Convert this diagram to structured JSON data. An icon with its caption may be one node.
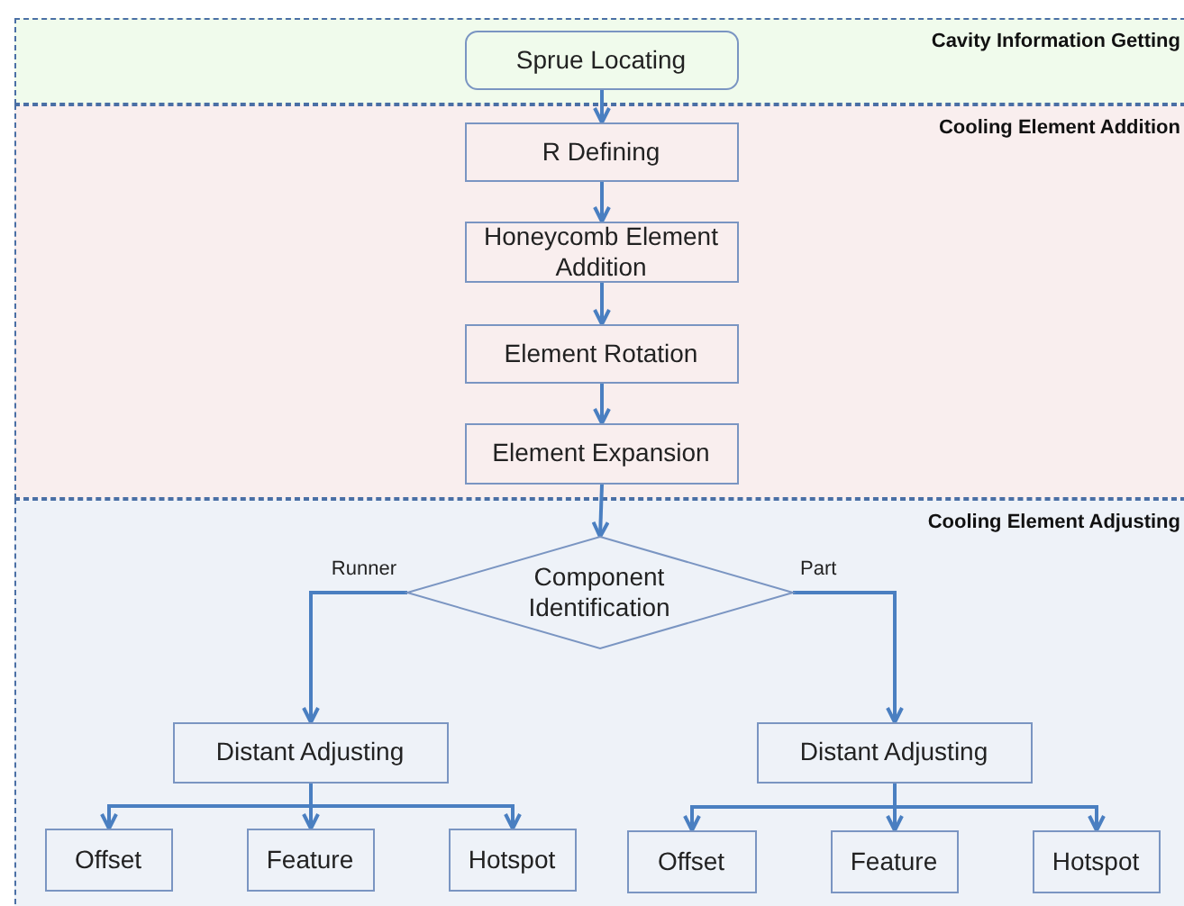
{
  "diagram": {
    "nodes": [
      {
        "text": [
          "Cavity Information Getting"
        ]
      },
      {
        "text": [
          "Sprue Locating"
        ],
        "in": 0
      },
      {
        "text": [
          "Cooling Element Addition"
        ]
      },
      {
        "text": [
          "R Defining"
        ],
        "in": 2
      },
      {
        "text": [
          "Honeycomb Element Addition"
        ],
        "in": 2
      },
      {
        "text": [
          "Element Rotation"
        ],
        "in": 2
      },
      {
        "text": [
          "Element Expansion"
        ],
        "in": 2
      },
      {
        "text": [
          "Cooling Element Adjusting"
        ]
      },
      {
        "text": [
          "Component Identification"
        ],
        "in": 7
      },
      {
        "text": [
          "Distant Adjusting"
        ],
        "in": 7
      },
      {
        "text": [
          "Distant Adjusting"
        ],
        "in": 7
      },
      {
        "text": [
          "Offset"
        ],
        "in": 7
      },
      {
        "text": [
          "Feature"
        ],
        "in": 7
      },
      {
        "text": [
          "Hotspot"
        ],
        "in": 7
      },
      {
        "text": [
          "Offset"
        ],
        "in": 7
      },
      {
        "text": [
          "Feature"
        ],
        "in": 7
      },
      {
        "text": [
          "Hotspot"
        ],
        "in": 7
      }
    ],
    "edges": [
      {
        "from": 1,
        "to": 3,
        "arrow": "to"
      },
      {
        "from": 3,
        "to": 4,
        "arrow": "to"
      },
      {
        "from": 4,
        "to": 5,
        "arrow": "to"
      },
      {
        "from": 5,
        "to": 6,
        "arrow": "to"
      },
      {
        "from": 6,
        "to": 8,
        "arrow": "to"
      },
      {
        "from": 8,
        "to": 9,
        "arrow": "to",
        "label": "Runner"
      },
      {
        "from": 8,
        "to": 10,
        "arrow": "to",
        "label": "Part"
      },
      {
        "from": 9,
        "to": 11,
        "arrow": "to"
      },
      {
        "from": 9,
        "to": 12,
        "arrow": "to"
      },
      {
        "from": 9,
        "to": 13,
        "arrow": "to"
      },
      {
        "from": 10,
        "to": 14,
        "arrow": "to"
      },
      {
        "from": 10,
        "to": 15,
        "arrow": "to"
      },
      {
        "from": 10,
        "to": 16,
        "arrow": "to"
      }
    ]
  }
}
